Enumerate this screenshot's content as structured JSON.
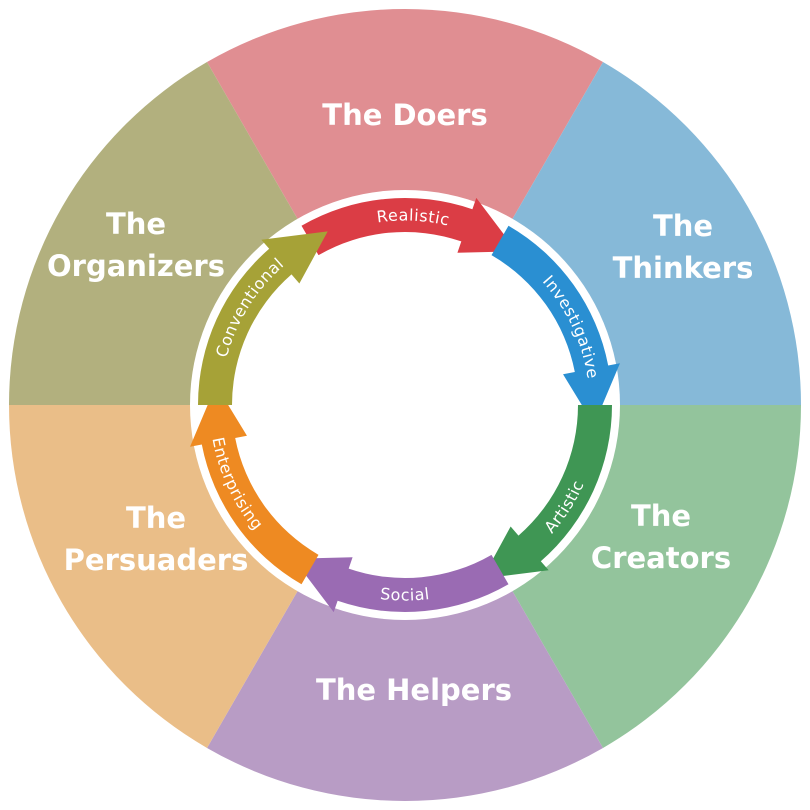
{
  "segments": [
    {
      "id": "doers",
      "lines": [
        "The Doers"
      ],
      "color": "#E08E92"
    },
    {
      "id": "thinkers",
      "lines": [
        "The",
        "Thinkers"
      ],
      "color": "#86B9D8"
    },
    {
      "id": "creators",
      "lines": [
        "The",
        "Creators"
      ],
      "color": "#93C49C"
    },
    {
      "id": "helpers",
      "lines": [
        "The Helpers"
      ],
      "color": "#B89CC5"
    },
    {
      "id": "persuaders",
      "lines": [
        "The",
        "Persuaders"
      ],
      "color": "#EABE88"
    },
    {
      "id": "organizers",
      "lines": [
        "The",
        "Organizers"
      ],
      "color": "#B2B07E"
    }
  ],
  "cycle": [
    {
      "id": "realistic",
      "label": "Realistic",
      "color": "#DB3D45"
    },
    {
      "id": "investigative",
      "label": "Investigative",
      "color": "#2A8FD2"
    },
    {
      "id": "artistic",
      "label": "Artistic",
      "color": "#3F9654"
    },
    {
      "id": "social",
      "label": "Social",
      "color": "#9A6BB3"
    },
    {
      "id": "enterprising",
      "label": "Enterprising",
      "color": "#EE8A22"
    },
    {
      "id": "conventional",
      "label": "Conventional",
      "color": "#A6A237"
    }
  ]
}
